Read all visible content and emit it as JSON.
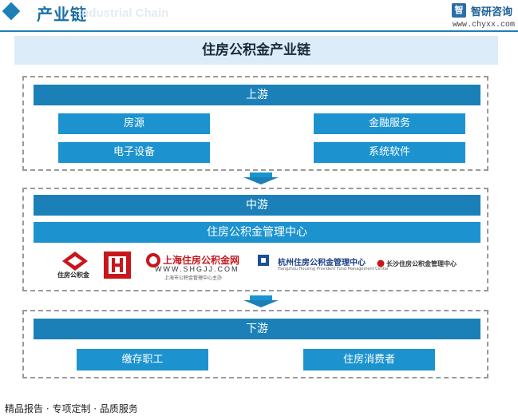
{
  "header": {
    "title": "产业链",
    "subtitle": "Industrial Chain",
    "brand_name": "智研咨询",
    "brand_url": "www.chyxx.com"
  },
  "main_title": "住房公积金产业链",
  "upstream": {
    "label": "上游",
    "items": [
      "房源",
      "金融服务",
      "电子设备",
      "系统软件"
    ]
  },
  "midstream": {
    "label": "中游",
    "center": "住房公积金管理中心",
    "logos": [
      {
        "name": "住房公积金"
      },
      {
        "name": "上海住房公积金网",
        "url": "WWW.SHGJJ.COM",
        "note": "上海市公积金管理中心主办"
      },
      {
        "name": "杭州住房公积金管理中心",
        "en": "Hangzhou Housing Provident Fund Management Center"
      },
      {
        "name": "长沙住房公积金管理中心"
      }
    ]
  },
  "downstream": {
    "label": "下游",
    "items": [
      "缴存职工",
      "住房消费者"
    ]
  },
  "footer": "精品报告 · 专项定制 · 品质服务",
  "colors": {
    "band": "#1b80b7",
    "box": "#1c93cf",
    "title_bg": "#dcecf8",
    "header": "#1b6fa3"
  }
}
